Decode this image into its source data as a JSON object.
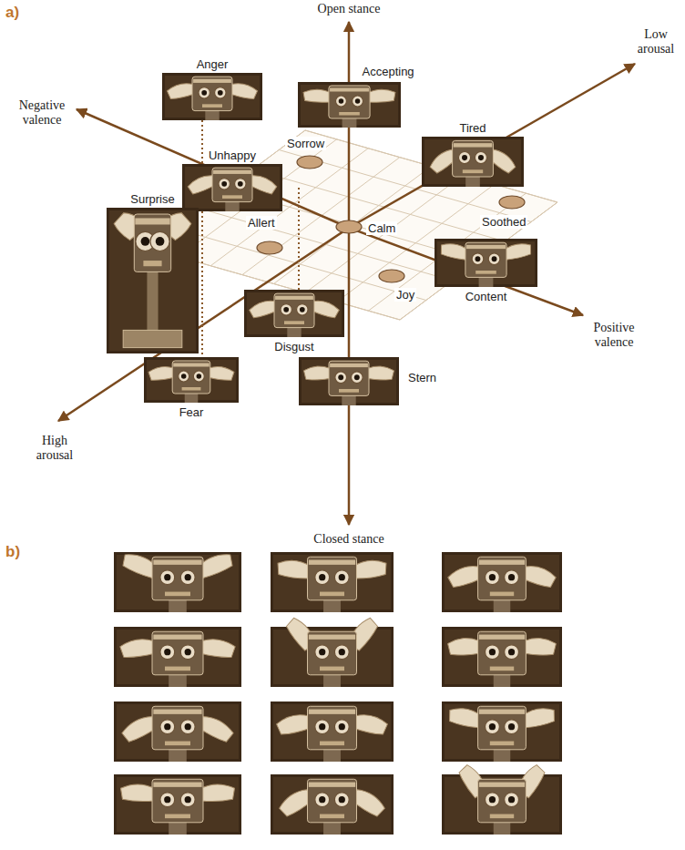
{
  "diagram": {
    "nodes": [
      {
        "text": [
          "Anger"
        ]
      },
      {
        "text": [
          "Accepting"
        ]
      },
      {
        "text": [
          "Tired"
        ]
      },
      {
        "text": [
          "Unhappy"
        ]
      },
      {
        "text": [
          "Surprise"
        ]
      },
      {
        "text": [
          "Disgust"
        ]
      },
      {
        "text": [
          "Content"
        ]
      },
      {
        "text": [
          "Fear"
        ]
      },
      {
        "text": [
          "Stern"
        ]
      }
    ],
    "edges": [
      {
        "from": 0,
        "to": 7,
        "arrow": "none"
      }
    ],
    "labels": [
      "a)",
      "Open stance",
      "Low arousal",
      "Negative valence",
      "Sorrow",
      "Calm",
      "Soothed",
      "Allert",
      "Joy",
      "High arousal",
      "Positive valence",
      "Closed stance",
      "b)"
    ]
  }
}
